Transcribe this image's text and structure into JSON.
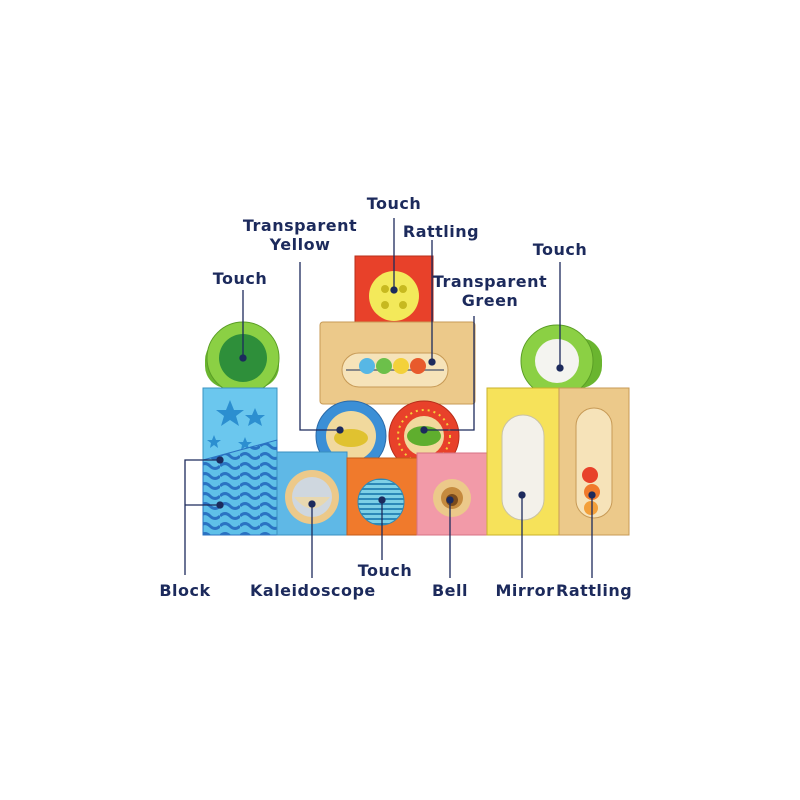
{
  "labels": {
    "touch_top": "Touch",
    "transparent_yellow_1": "Transparent",
    "transparent_yellow_2": "Yellow",
    "rattling_top": "Rattling",
    "transparent_green_1": "Transparent",
    "transparent_green_2": "Green",
    "touch_left": "Touch",
    "touch_right": "Touch",
    "block": "Block",
    "kaleidoscope": "Kaleidoscope",
    "touch_bottom": "Touch",
    "bell": "Bell",
    "mirror": "Mirror",
    "rattling_bottom": "Rattling"
  },
  "colors": {
    "label_text": "#1c2a5c",
    "leader_line": "#1c2a5c",
    "natural_wood": "#ecc98a",
    "red_block": "#e8412a",
    "green_cylinder": "#7cc43a",
    "blue_block": "#4fb3df",
    "orange_block": "#f07a2c",
    "pink_block": "#f29aa8",
    "yellow_block": "#f6e25a"
  }
}
